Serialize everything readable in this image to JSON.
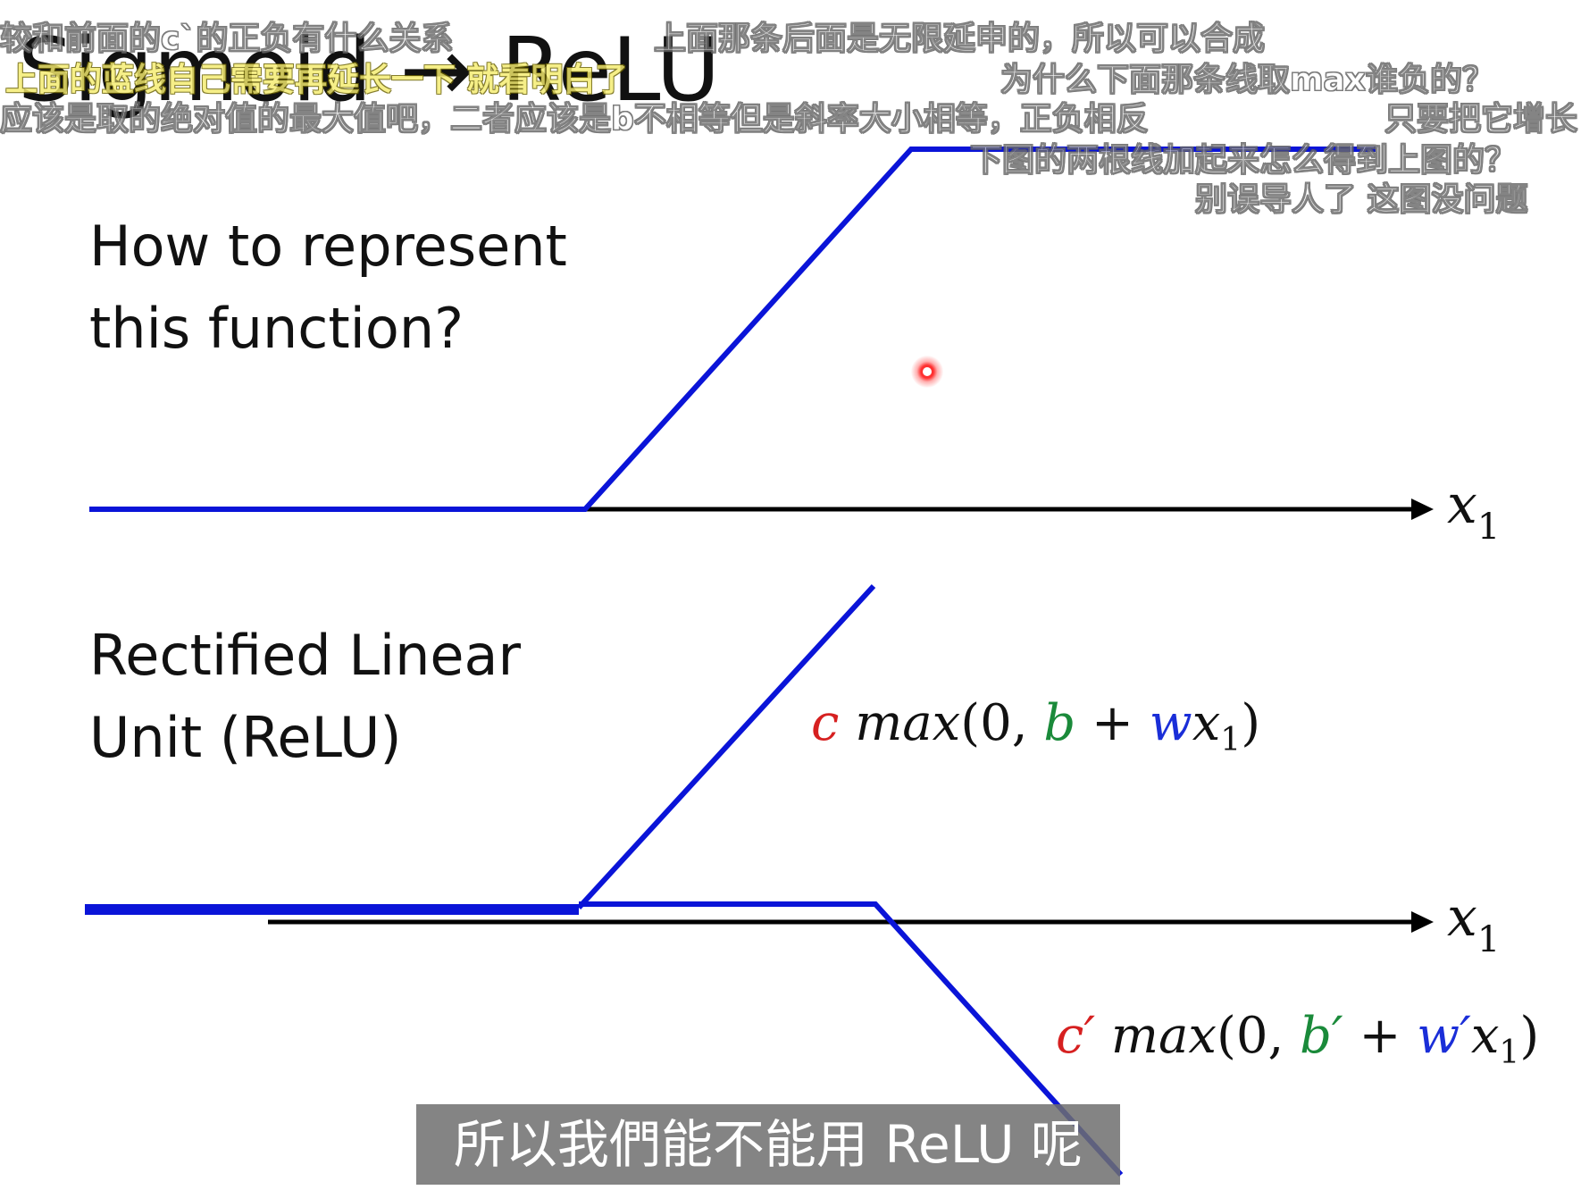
{
  "slide": {
    "title": "Sigmoid → ReLU",
    "question_line1": "How to represent",
    "question_line2": "this function?",
    "relu_line1": "Rectified Linear",
    "relu_line2": "Unit (ReLU)",
    "axis_var": "x",
    "axis_sub": "1"
  },
  "formula1": {
    "c": "c",
    "max": "max",
    "open": "(0,",
    "b": "b",
    "plus": "+",
    "w": "w",
    "x": "x",
    "sub": "1",
    "close": ")"
  },
  "formula2": {
    "c": "c′",
    "max": "max",
    "open": "(0,",
    "b": "b′",
    "plus": "+",
    "w": "w′",
    "x": "x",
    "sub": "1",
    "close": ")"
  },
  "danmaku": [
    {
      "text": "较和前面的c`的正负有什么关系",
      "style": "white"
    },
    {
      "text": "上面那条后面是无限延申的，所以可以合成",
      "style": "white"
    },
    {
      "text": "上面的蓝线自己需要再延长一下 就看明白了",
      "style": "yellow"
    },
    {
      "text": "为什么下面那条线取max谁负的？",
      "style": "white"
    },
    {
      "text": "应该是取的绝对值的最大值吧，二者应该是b不相等但是斜率大小相等，正负相反",
      "style": "white"
    },
    {
      "text": "只要把它增长",
      "style": "white"
    },
    {
      "text": "下图的两根线加起来怎么得到上图的？",
      "style": "white"
    },
    {
      "text": "别误导人了 这图没问题",
      "style": "white"
    }
  ],
  "subtitle": {
    "text": "所以我們能不能用 ReLU 呢"
  },
  "colors": {
    "line_blue": "#0a14d8",
    "axis_black": "#000000",
    "c_red": "#d62020",
    "b_green": "#1a8a3a",
    "w_blue": "#1a2ed8"
  }
}
